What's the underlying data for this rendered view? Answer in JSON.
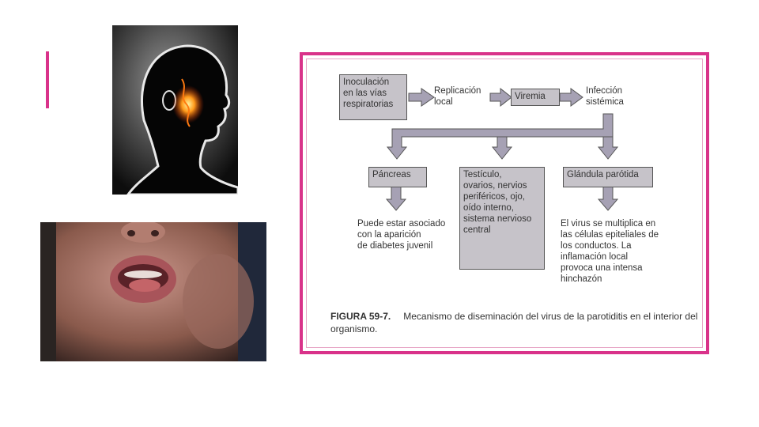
{
  "figure": {
    "boxes": {
      "inoculation": "Inoculación\nen las vías\nrespiratorias",
      "viremia": "Viremia",
      "pancreas": "Páncreas",
      "testicle": "Testículo,\novarios, nervios\nperiféricos, ojo,\noído interno,\nsistema nervioso\ncentral",
      "parotid": "Glándula parótida"
    },
    "labels": {
      "local_replication": "Replicación\nlocal",
      "systemic_infection": "Infección\nsistémica",
      "pancreas_note": "Puede estar asociado\ncon la aparición\nde diabetes juvenil",
      "parotid_note": "El virus se multiplica en\nlas células epiteliales de\nlos conductos. La\ninflamación local\nprovoca una intensa\nhinchazón"
    },
    "caption_tag": "FIGURA 59-7.",
    "caption_text": "Mecanismo de diseminación del virus de la parotiditis en el interior del organismo."
  },
  "colors": {
    "accent": "#d9328a",
    "box_fill": "#c6c3c9",
    "arrow_fill": "#a6a1b4"
  }
}
